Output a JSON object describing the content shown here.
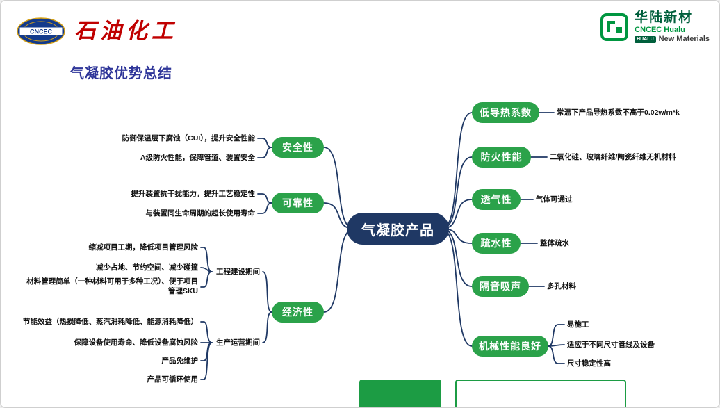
{
  "header": {
    "cncec_text": "CNCEC",
    "calligraphy": "石油化工",
    "hualu": {
      "name": "华陆新材",
      "sub": "CNCEC Hualu",
      "badge": "HUALU",
      "tagline": "New Materials"
    }
  },
  "title": "气凝胶优势总结",
  "mindmap": {
    "center": "气凝胶产品",
    "left_branches": [
      {
        "label": "安全性",
        "items": [
          "防御保温层下腐蚀（CUI），提升安全性能",
          "A级防火性能，保障管道、装置安全"
        ]
      },
      {
        "label": "可靠性",
        "items": [
          "提升装置抗干扰能力，提升工艺稳定性",
          "与装置同生命周期的超长使用寿命"
        ]
      },
      {
        "label": "经济性",
        "groups": [
          {
            "label": "工程建设期间",
            "items": [
              "缩减项目工期，降低项目管理风险",
              "减少占地、节约空间、减少碰撞",
              "材料管理简单（一种材料可用于多种工况）、便于项目管理SKU"
            ]
          },
          {
            "label": "生产运营期间",
            "items": [
              "节能效益（热损降低、蒸汽消耗降低、能源消耗降低）",
              "保障设备使用寿命、降低设备腐蚀风险",
              "产品免维护",
              "产品可循环使用"
            ]
          }
        ]
      }
    ],
    "right_branches": [
      {
        "label": "低导热系数",
        "items": [
          "常温下产品导热系数不高于0.02w/m*k"
        ]
      },
      {
        "label": "防火性能",
        "items": [
          "二氧化硅、玻璃纤维/陶瓷纤维无机材料"
        ]
      },
      {
        "label": "透气性",
        "items": [
          "气体可通过"
        ]
      },
      {
        "label": "疏水性",
        "items": [
          "整体疏水"
        ]
      },
      {
        "label": "隔音吸声",
        "items": [
          "多孔材料"
        ]
      },
      {
        "label": "机械性能良好",
        "items": [
          "易施工",
          "适应于不同尺寸管线及设备",
          "尺寸稳定性高"
        ]
      }
    ]
  },
  "colors": {
    "branch_green": "#2BA24A",
    "center_navy": "#1F3864",
    "title_blue": "#2F3699",
    "calligraphy_red": "#C00000",
    "logo_green": "#009640"
  }
}
